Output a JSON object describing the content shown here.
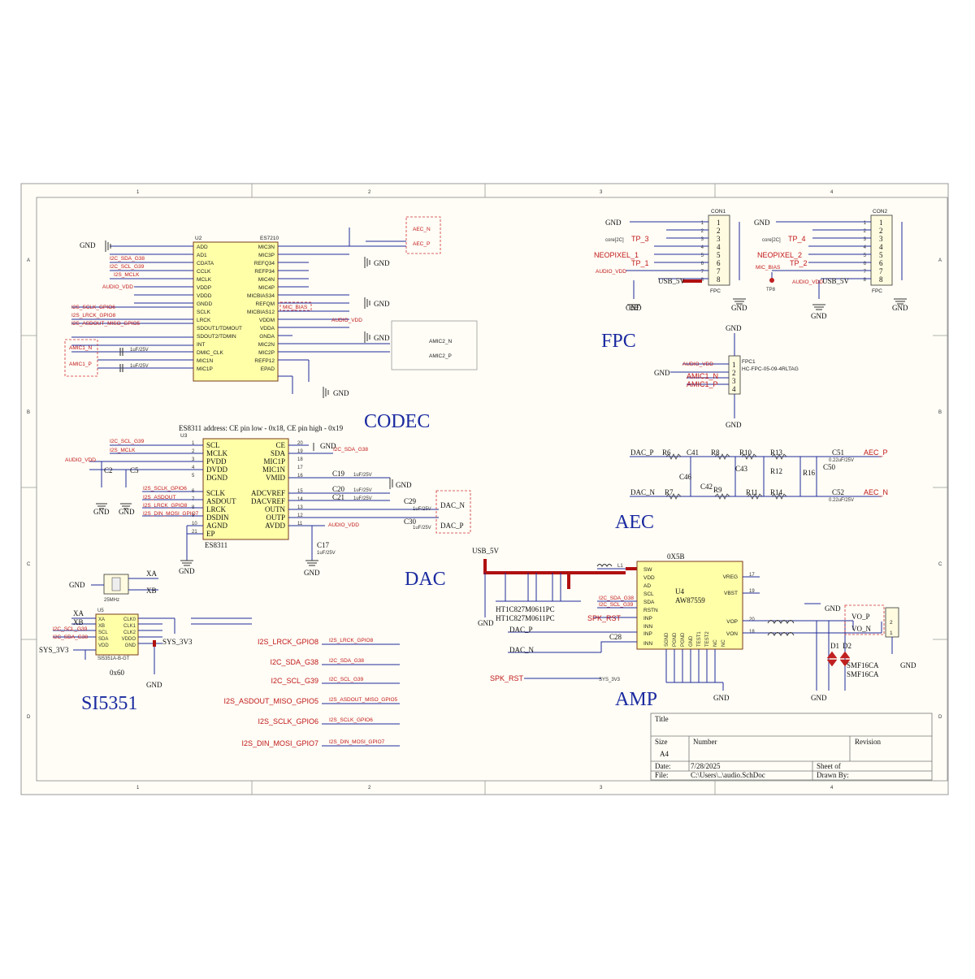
{
  "grid": {
    "cols": [
      "1",
      "2",
      "3",
      "4"
    ],
    "rows": [
      "A",
      "B",
      "C",
      "D"
    ]
  },
  "sections": {
    "codec": "CODEC",
    "fpc": "FPC",
    "dac": "DAC",
    "aec": "AEC",
    "amp": "AMP",
    "si5351": "SI5351"
  },
  "codec": {
    "ref": "U2",
    "part": "ES7210",
    "gnd": "GND",
    "left_pins": [
      "ADD",
      "AD1",
      "CDATA",
      "CCLK",
      "MCLK",
      "VDDP",
      "VDDD",
      "GNDD",
      "SCLK",
      "LRCK",
      "SDOUT1/TDMOUT",
      "SDOUT2/TDMIN",
      "INT",
      "DMIC_CLK",
      "MIC1N",
      "MIC1P"
    ],
    "right_pins": [
      "MIC3N",
      "MIC3P",
      "REFQ34",
      "REFP34",
      "MIC4N",
      "MIC4P",
      "MICBIAS34",
      "REFQM",
      "MICBIAS12",
      "VDDM",
      "VDDA",
      "GNDA",
      "MIC2N",
      "MIC2P",
      "REFP12",
      "EPAD"
    ],
    "left_nets": [
      "I2C_SDA_G38",
      "I2C_SCL_G39",
      "I2S_MCLK",
      "AUDIO_VDD",
      "I2S_SCLK_GPIO6",
      "I2S_LRCK_GPIO8",
      "I2S_ASDOUT_MISO_GPIO5"
    ],
    "right_nets": [
      "AEC_N",
      "AEC_P",
      "MIC_BIAS",
      "AUDIO_VDD",
      "AMIC2_N",
      "AMIC2_P"
    ],
    "input_nets": [
      "AMIC1_N",
      "AMIC1_P"
    ],
    "cap_label": "1uF/25V"
  },
  "dac": {
    "ref": "U3",
    "part": "ES8311",
    "note": "ES8311 address: CE pin low - 0x18, CE pin high - 0x19",
    "left_pins": [
      {
        "n": "SCL",
        "p": "1"
      },
      {
        "n": "MCLK",
        "p": "2"
      },
      {
        "n": "PVDD",
        "p": "3"
      },
      {
        "n": "DVDD",
        "p": "4"
      },
      {
        "n": "DGND",
        "p": "5"
      },
      {
        "n": "SCLK",
        "p": "6"
      },
      {
        "n": "ASDOUT",
        "p": "7"
      },
      {
        "n": "LRCK",
        "p": "8"
      },
      {
        "n": "DSDIN",
        "p": "9"
      },
      {
        "n": "AGND",
        "p": "10"
      },
      {
        "n": "EP",
        "p": "21"
      }
    ],
    "right_pins": [
      {
        "n": "CE",
        "p": "20"
      },
      {
        "n": "SDA",
        "p": "19"
      },
      {
        "n": "MIC1P",
        "p": "18"
      },
      {
        "n": "MIC1N",
        "p": "17"
      },
      {
        "n": "VMID",
        "p": "16"
      },
      {
        "n": "ADCVREF",
        "p": "15"
      },
      {
        "n": "DACVREF",
        "p": "14"
      },
      {
        "n": "OUTN",
        "p": "13"
      },
      {
        "n": "OUTP",
        "p": "12"
      },
      {
        "n": "AVDD",
        "p": "11"
      }
    ],
    "nets": {
      "scl": "I2C_SCL_G39",
      "mclk": "I2S_MCLK",
      "vdd": "AUDIO_VDD",
      "sclk": "I2S_SCLK_GPIO6",
      "asdout": "I2S_ASDOUT",
      "lrck": "I2S_LRCK_GPIO8",
      "dsdin": "I2S_DIN_MOSI_GPIO7",
      "sda": "I2C_SDA_G38",
      "dacn": "DAC_N",
      "dacp": "DAC_P",
      "gnd": "GND"
    },
    "caps": {
      "c2": "C2",
      "c5": "C5",
      "c17": "C17",
      "c19": "C19",
      "c20": "C20",
      "c21": "C21",
      "c29": "C29",
      "c30": "C30",
      "c17v": "1uF/25V",
      "cv": "1uF/25V"
    }
  },
  "fpc": {
    "con1": {
      "ref": "CON1",
      "type": "FPC",
      "gnd": "GND",
      "tp_a": "TP_3",
      "tp_b": "TP_1",
      "core": "core[2C]",
      "neopixel": "NEOPIXEL_1",
      "audio": "AUDIO_VDD",
      "usb": "USB_5V",
      "pins": [
        "1",
        "2",
        "3",
        "4",
        "5",
        "6",
        "7",
        "8"
      ]
    },
    "con2": {
      "ref": "CON2",
      "type": "FPC",
      "gnd": "GND",
      "tp_a": "TP_4",
      "tp_b": "TP_2",
      "core": "core[2C]",
      "neopixel": "NEOPIXEL_2",
      "audio": "AUDIO_VDD",
      "usb": "USB_5V",
      "mic": "MIC_BIAS",
      "tp": "TP8",
      "pins": [
        "1",
        "2",
        "3",
        "4",
        "5",
        "6",
        "7",
        "8"
      ]
    },
    "fpc1": {
      "ref": "FPC1",
      "part": "HC-FPC-05-09-4RLTAG",
      "gnd": "GND",
      "nets": [
        "AUDIO_VDD",
        "AMIC1_N",
        "AMIC1_P"
      ],
      "pins": [
        "1",
        "2",
        "3",
        "4"
      ]
    }
  },
  "aec": {
    "in_p": "DAC_P",
    "in_n": "DAC_N",
    "out_p": "AEC_P",
    "out_n": "AEC_N",
    "parts": [
      "R6",
      "C41",
      "R8",
      "R10",
      "R13",
      "C51",
      "C46",
      "C43",
      "R12",
      "R16",
      "C50",
      "R7",
      "R9",
      "C42",
      "R11",
      "R14",
      "C52"
    ],
    "val": "0.22uF/25V"
  },
  "amp": {
    "ref": "U4",
    "part": "AW87559",
    "addr": "0X5B",
    "usb": "USB_5V",
    "ind": "L1",
    "left_pins": [
      "SW",
      "VDD",
      "AD",
      "SCL",
      "SDA",
      "RSTN",
      "INP",
      "INN"
    ],
    "right_pins": [
      "VREG",
      "VBST",
      "VOP",
      "VON"
    ],
    "bottom_pins": [
      "SGND",
      "PGND",
      "PGND",
      "GND",
      "TEST1",
      "TEST2",
      "NC",
      "NC"
    ],
    "right_nums": [
      "17",
      "19",
      "20",
      "18"
    ],
    "nets": {
      "dacp": "DAC_P",
      "dacn": "DAC_N",
      "spk": "SPK_RST",
      "vop": "VO_P",
      "von": "VO_N",
      "sda": "I2C_SDA_G38",
      "scl": "I2C_SCL_G39",
      "sys": "SYS_3V3",
      "gnd": "GND"
    },
    "parts": {
      "c28": "C28",
      "d1": "D1",
      "d2": "D2",
      "tvs": "SMF16CA",
      "ind_a": "HT1C827M0611PC",
      "ind_b": "HT1C827M0611PC",
      "conn_a": "2",
      "conn_b": "1"
    }
  },
  "si5351": {
    "ref": "U5",
    "part": "SI5351A-B-GT",
    "addr": "0x60",
    "xtal_a": "XA",
    "xtal_b": "XB",
    "gnd": "GND",
    "pwr": "SYS_3V3",
    "left_pins": [
      "XA",
      "XB",
      "SCL",
      "SDA",
      "VDD"
    ],
    "right_pins": [
      "CLK0",
      "CLK1",
      "CLK2",
      "VDDO",
      "GND"
    ],
    "nets": [
      "I2C_SCL_G39",
      "I2C_SDA_G38",
      "SYS_3V3"
    ],
    "xtal": "25MHz"
  },
  "net_labels": [
    {
      "a": "I2S_LRCK_GPIO8",
      "b": "I2S_LRCK_GPIO8"
    },
    {
      "a": "I2C_SDA_G38",
      "b": "I2C_SDA_G38"
    },
    {
      "a": "I2C_SCL_G39",
      "b": "I2C_SCL_G39"
    },
    {
      "a": "I2S_ASDOUT_MISO_GPIO5",
      "b": "I2S_ASDOUT_MISO_GPIO5"
    },
    {
      "a": "I2S_SCLK_GPIO6",
      "b": "I2S_SCLK_GPIO6"
    },
    {
      "a": "I2S_DIN_MOSI_GPIO7",
      "b": "I2S_DIN_MOSI_GPIO7"
    }
  ],
  "title_block": {
    "title": "Title",
    "size": "Size",
    "size_val": "A4",
    "number": "Number",
    "revision": "Revision",
    "date": "Date:",
    "date_val": "7/28/2025",
    "file": "File:",
    "file_val": "C:\\Users\\..\\audio.SchDoc",
    "sheet": "Sheet of",
    "drawn": "Drawn By:"
  }
}
